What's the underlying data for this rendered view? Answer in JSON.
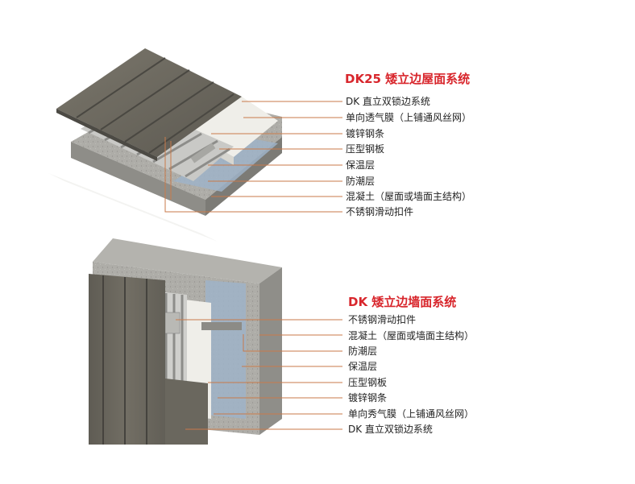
{
  "colors": {
    "title_red": "#d8262c",
    "leader_line": "#c97a4a",
    "metal_panel": "#6e6a60",
    "concrete": "#a9a8a3",
    "moisture_barrier": "#9fb3c8",
    "insulation": "#eeede8",
    "corrugated_steel": "#c9c9c6"
  },
  "roof": {
    "title": "DK25 矮立边屋面系统",
    "labels": [
      "DK 直立双锁边系统",
      "单向透气膜（上铺通风丝网）",
      "镀锌钢条",
      "压型钢板",
      "保温层",
      "防潮层",
      "混凝土（屋面或墙面主结构）",
      "不锈钢滑动扣件"
    ]
  },
  "wall": {
    "title": "DK 矮立边墙面系统",
    "labels": [
      "不锈钢滑动扣件",
      "混凝土（屋面或墙面主结构）",
      "防潮层",
      "保温层",
      "压型钢板",
      "镀锌钢条",
      "单向秀气膜（上铺通风丝网）",
      "DK 直立双锁边系统"
    ]
  }
}
